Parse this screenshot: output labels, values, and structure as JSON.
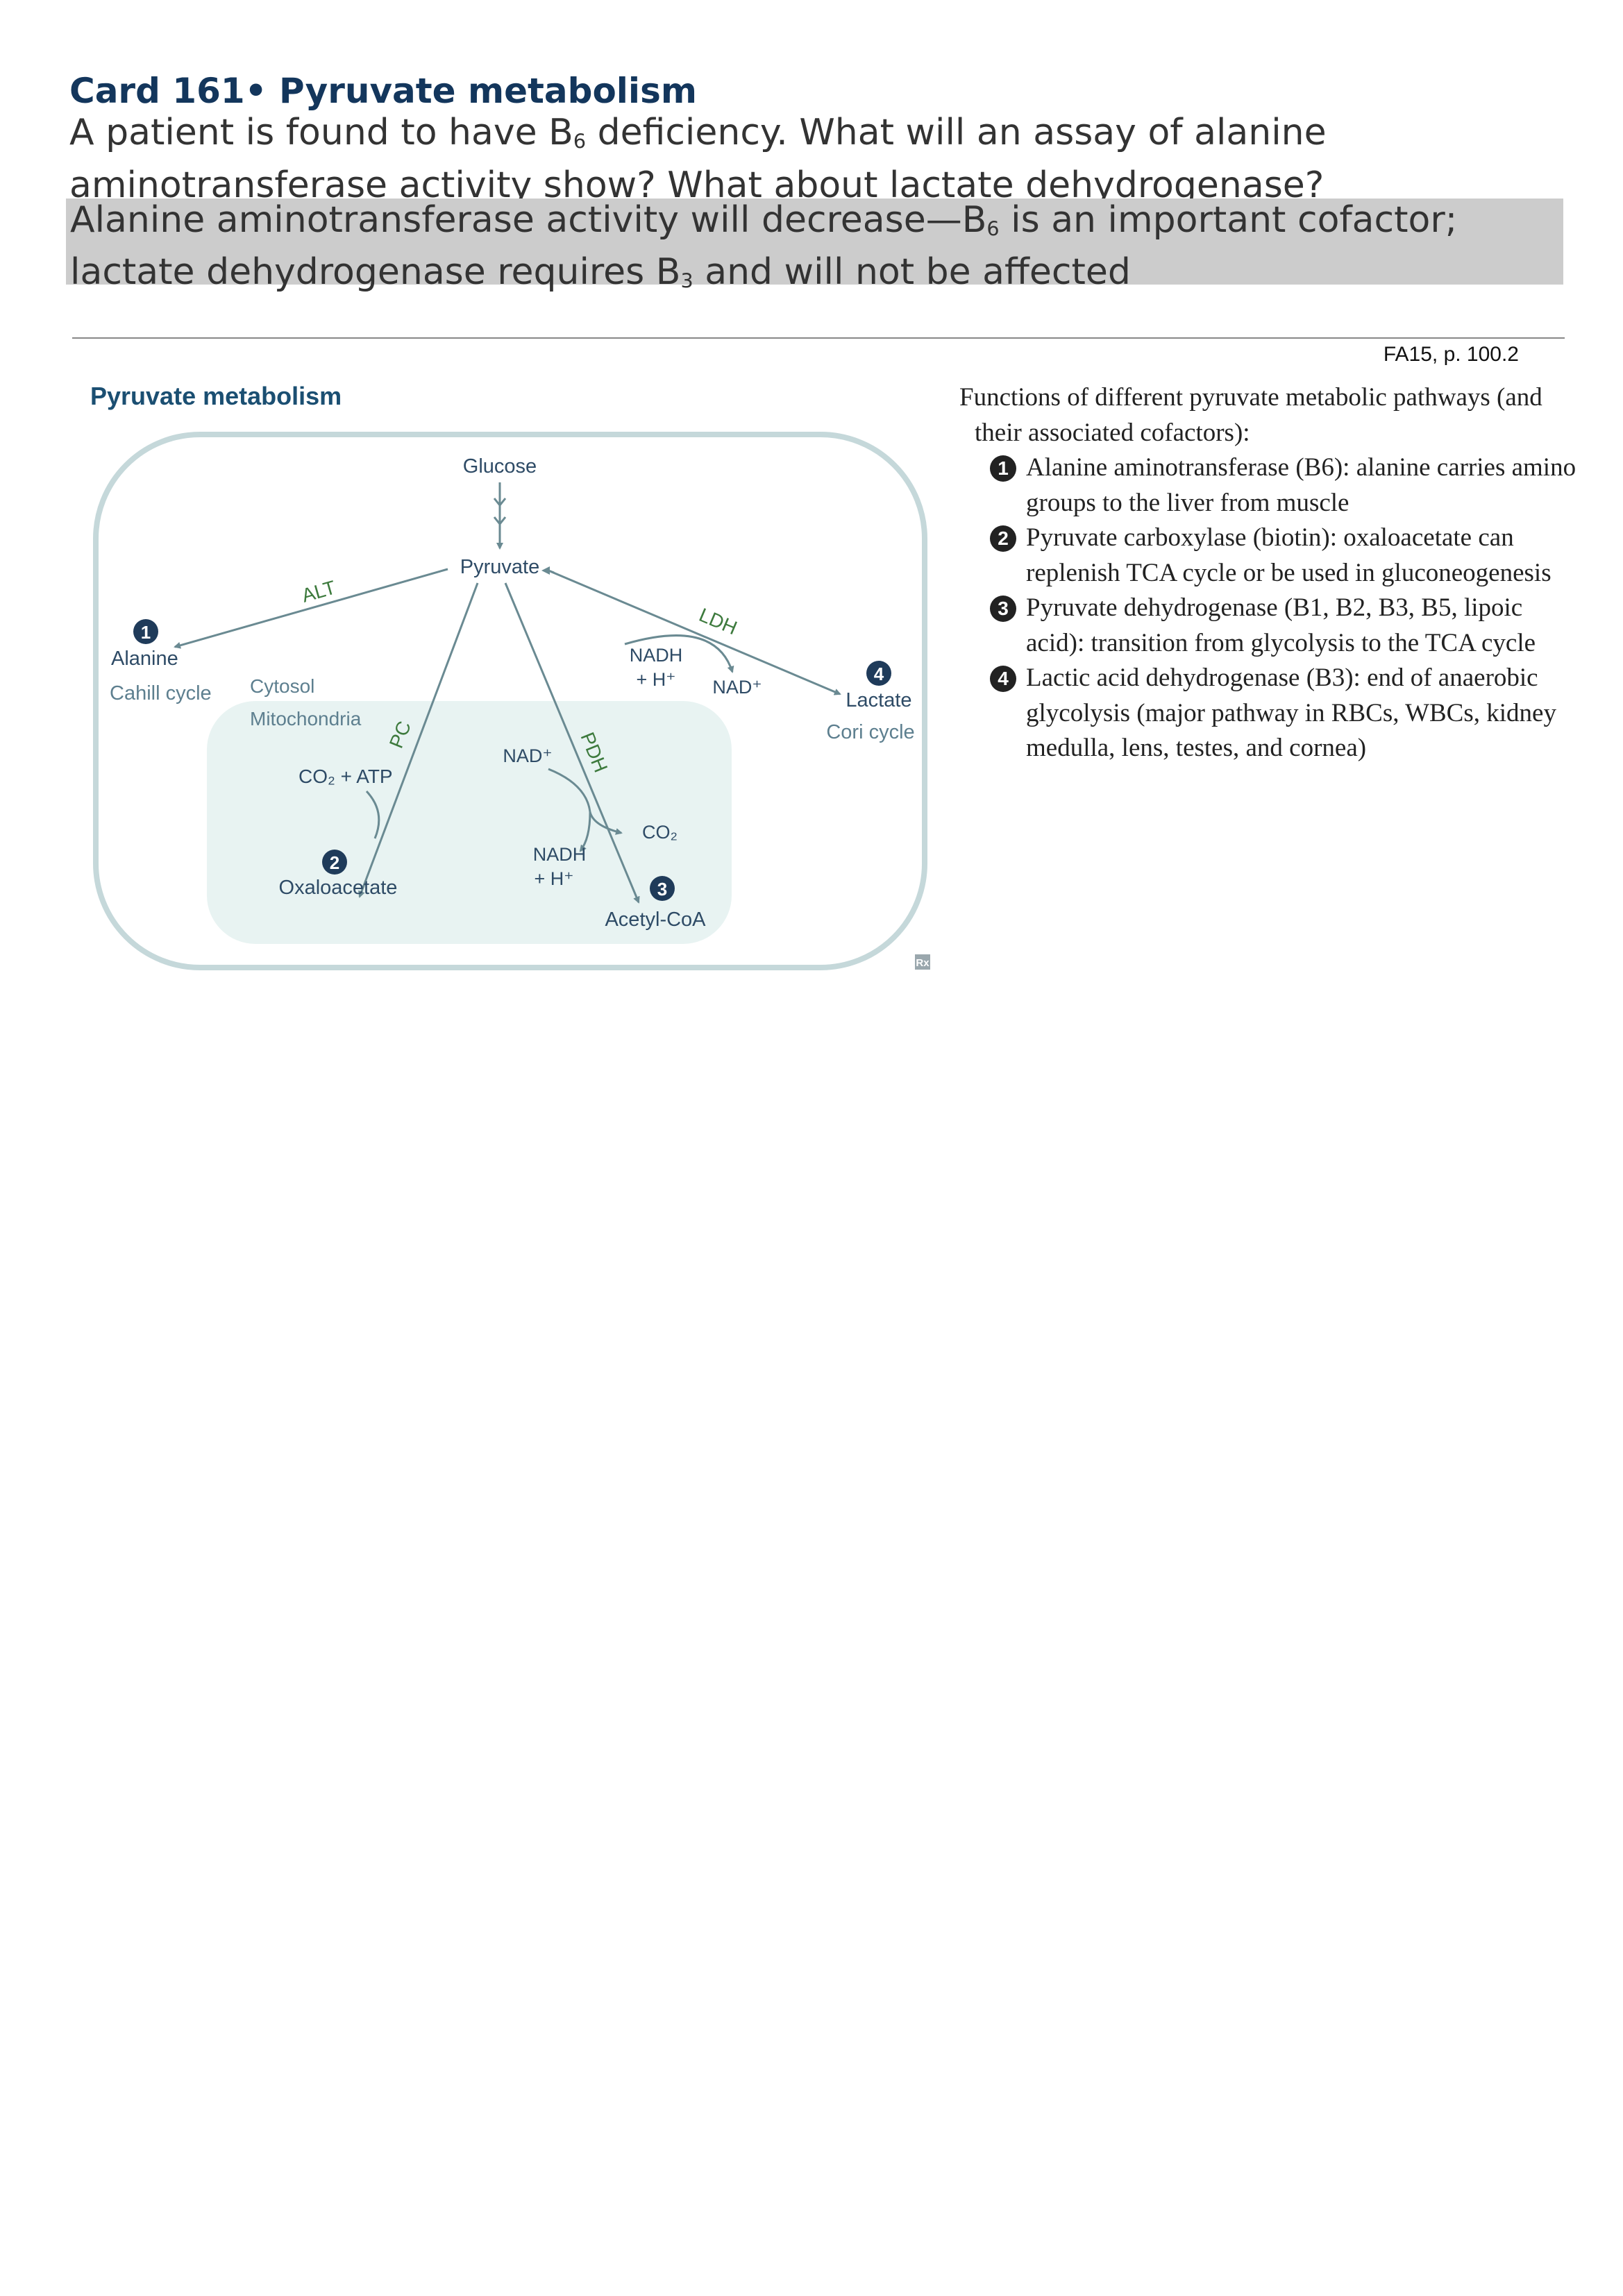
{
  "card": {
    "title": "Card 161• Pyruvate metabolism",
    "question_line1_a": "A patient is found to have B",
    "question_line1_sub": "6",
    "question_line1_b": " deficiency. What will an assay of alanine",
    "question_line2": "aminotransferase activity show? What about lactate dehydrogenase?",
    "answer_line1_a": "Alanine aminotransferase activity will decrease—B",
    "answer_line1_sub": "6",
    "answer_line1_b": " is an important cofactor;",
    "answer_line2_a": "lactate dehydrogenase requires B",
    "answer_line2_sub": "3",
    "answer_line2_b": " and will not be affected",
    "source": "FA15, p. 100.2"
  },
  "figure": {
    "title": "Pyruvate metabolism",
    "labels": {
      "glucose": "Glucose",
      "pyruvate": "Pyruvate",
      "alanine": "Alanine",
      "cahill": "Cahill cycle",
      "cytosol": "Cytosol",
      "mitochondria": "Mitochondria",
      "lactate": "Lactate",
      "cori": "Cori cycle",
      "oxaloacetate": "Oxaloacetate",
      "acetylcoa": "Acetyl-CoA",
      "alt": "ALT",
      "ldh": "LDH",
      "pc": "PC",
      "pdh": "PDH",
      "nadh_ldh": "NADH",
      "h_ldh": "+ H⁺",
      "nad_ldh": "NAD⁺",
      "nad_pdh": "NAD⁺",
      "co2_pdh": "CO₂",
      "nadh_pdh": "NADH",
      "h_pdh": "+ H⁺",
      "co2_atp": "CO₂ + ATP",
      "rx": "Rx"
    },
    "numbers": {
      "n1": "1",
      "n2": "2",
      "n3": "3",
      "n4": "4"
    },
    "colors": {
      "frame": "#c5d8da",
      "mito": "#e8f3f2",
      "arrow": "#6a8a92",
      "text": "#2e4b66",
      "green": "#3d7a3d"
    }
  },
  "side": {
    "intro": "Functions of different pyruvate metabolic pathways (and their associated cofactors):",
    "items": [
      {
        "num": "1",
        "text": "Alanine aminotransferase (B6): alanine carries amino groups to the liver from muscle"
      },
      {
        "num": "2",
        "text": "Pyruvate carboxylase (biotin): oxaloacetate can replenish TCA cycle or be used in gluconeogenesis"
      },
      {
        "num": "3",
        "text": "Pyruvate dehydrogenase (B1, B2, B3, B5, lipoic acid): transition from glycolysis to the TCA cycle"
      },
      {
        "num": "4",
        "text": "Lactic acid dehydrogenase (B3): end of anaerobic glycolysis (major pathway in RBCs, WBCs, kidney medulla, lens, testes, and cornea)"
      }
    ]
  }
}
